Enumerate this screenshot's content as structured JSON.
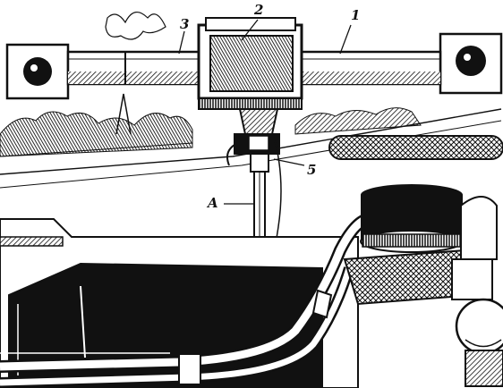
{
  "colors": {
    "ink": "#111111",
    "paper": "#ffffff",
    "shade": "#2a2a2a"
  },
  "labels": {
    "rail": "1",
    "carriage": "2",
    "rail_joint": "3",
    "rod": "A",
    "clamp": "5"
  }
}
